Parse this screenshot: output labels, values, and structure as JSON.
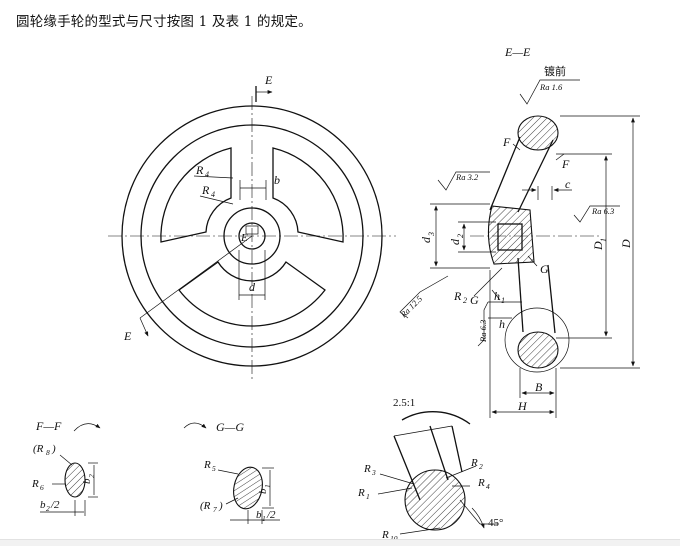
{
  "intro": "圆轮缘手轮的型式与尺寸按图 1 及表 1 的规定。",
  "front": {
    "E_top": "E",
    "E_bottom": "E",
    "E_center": "E",
    "R4a": "R",
    "R4a_sub": "4",
    "R4b": "R",
    "R4b_sub": "4",
    "b": "b",
    "d": "d"
  },
  "section": {
    "title": "E—E",
    "plating": "镀前",
    "ra16": "Ra 1.6",
    "ra32": "Ra 3.2",
    "ra63a": "Ra 6.3",
    "ra125": "Ra 12.5",
    "ra63b": "Ra 6.3",
    "F1": "F",
    "F2": "F",
    "c": "c",
    "d3": "d",
    "d3_sub": "3",
    "d2": "d",
    "d2_sub": "2",
    "D1": "D",
    "D1_sub": "1",
    "D": "D",
    "G1": "G",
    "G2": "G",
    "R2": "R",
    "R2_sub": "2",
    "h1": "h",
    "h1_sub": "1",
    "h": "h",
    "B": "B",
    "H": "H"
  },
  "ff": {
    "title": "F—F",
    "R8": "(R",
    "R8_sub": "8",
    "R8_end": ")",
    "R6": "R",
    "R6_sub": "6",
    "b2_v": "b",
    "b2_v_sub": "2",
    "b2_h": "b",
    "b2_h_sub": "2",
    "b2_h_end": "/2"
  },
  "gg": {
    "title": "G—G",
    "R5": "R",
    "R5_sub": "5",
    "R7": "(R",
    "R7_sub": "7",
    "R7_end": ")",
    "b1_v": "b",
    "b1_v_sub": "1",
    "b1_h": "b",
    "b1_h_sub": "1",
    "b1_h_end": "/2"
  },
  "detail": {
    "scale": "2.5:1",
    "R3": "R",
    "R3_sub": "3",
    "R1": "R",
    "R1_sub": "1",
    "R2": "R",
    "R2_sub": "2",
    "R4": "R",
    "R4_sub": "4",
    "R10": "R",
    "R10_sub": "10",
    "angle": "45°"
  }
}
